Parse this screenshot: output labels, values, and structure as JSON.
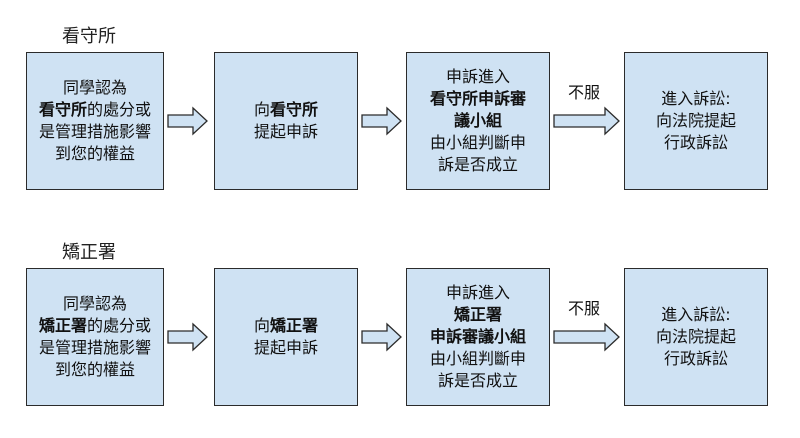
{
  "rows": [
    {
      "title": "看守所",
      "box1": [
        "同學認為",
        "看守所",
        "的處分或",
        "是管理措施影響",
        "到您的權益"
      ],
      "box2": [
        "向",
        "看守所",
        "提起申訴"
      ],
      "box3": [
        "申訴進入",
        "看守所申訴審",
        "議小組",
        "由小組判斷申",
        "訴是否成立"
      ],
      "arrow_label": "不服",
      "box4": [
        "進入訴訟:",
        "向法院提起",
        "行政訴訟"
      ]
    },
    {
      "title": "矯正署",
      "box1": [
        "同學認為",
        "矯正署",
        "的處分或",
        "是管理措施影響",
        "到您的權益"
      ],
      "box2": [
        "向",
        "矯正署",
        "提起申訴"
      ],
      "box3": [
        "申訴進入",
        "矯正署",
        "申訴審議小組",
        "由小組判斷申",
        "訴是否成立"
      ],
      "arrow_label": "不服",
      "box4": [
        "進入訴訟:",
        "向法院提起",
        "行政訴訟"
      ]
    }
  ]
}
